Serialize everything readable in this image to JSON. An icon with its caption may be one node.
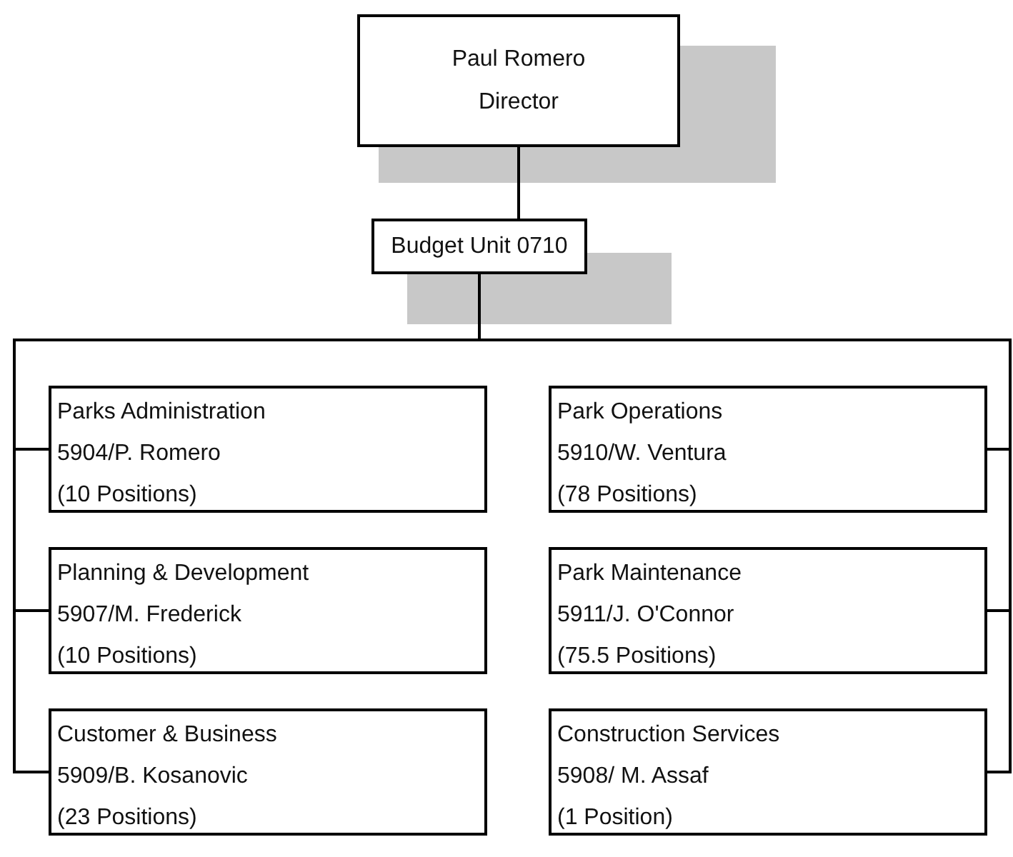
{
  "diagram": {
    "nodes": [
      {
        "text": [
          "Paul Romero",
          "Director"
        ]
      },
      {
        "text": [
          "Budget Unit 0710"
        ]
      },
      {
        "text": [
          "Parks Administration",
          "5904/P. Romero",
          "(10 Positions)"
        ]
      },
      {
        "text": [
          "Planning & Development",
          "5907/M. Frederick",
          "(10 Positions)"
        ]
      },
      {
        "text": [
          "Customer & Business",
          "5909/B. Kosanovic",
          "(23 Positions)"
        ]
      },
      {
        "text": [
          "Park Operations",
          "5910/W. Ventura",
          "(78 Positions)"
        ]
      },
      {
        "text": [
          "Park Maintenance",
          "5911/J. O'Connor",
          "(75.5 Positions)"
        ]
      },
      {
        "text": [
          "Construction Services",
          "5908/ M. Assaf",
          "(1 Position)"
        ]
      }
    ],
    "edges": [
      {
        "from": 0,
        "to": 1,
        "arrow": "none"
      },
      {
        "from": 1,
        "to": 2,
        "arrow": "none"
      },
      {
        "from": 1,
        "to": 3,
        "arrow": "none"
      },
      {
        "from": 1,
        "to": 4,
        "arrow": "none"
      },
      {
        "from": 1,
        "to": 5,
        "arrow": "none"
      },
      {
        "from": 1,
        "to": 6,
        "arrow": "none"
      },
      {
        "from": 1,
        "to": 7,
        "arrow": "none"
      }
    ]
  }
}
